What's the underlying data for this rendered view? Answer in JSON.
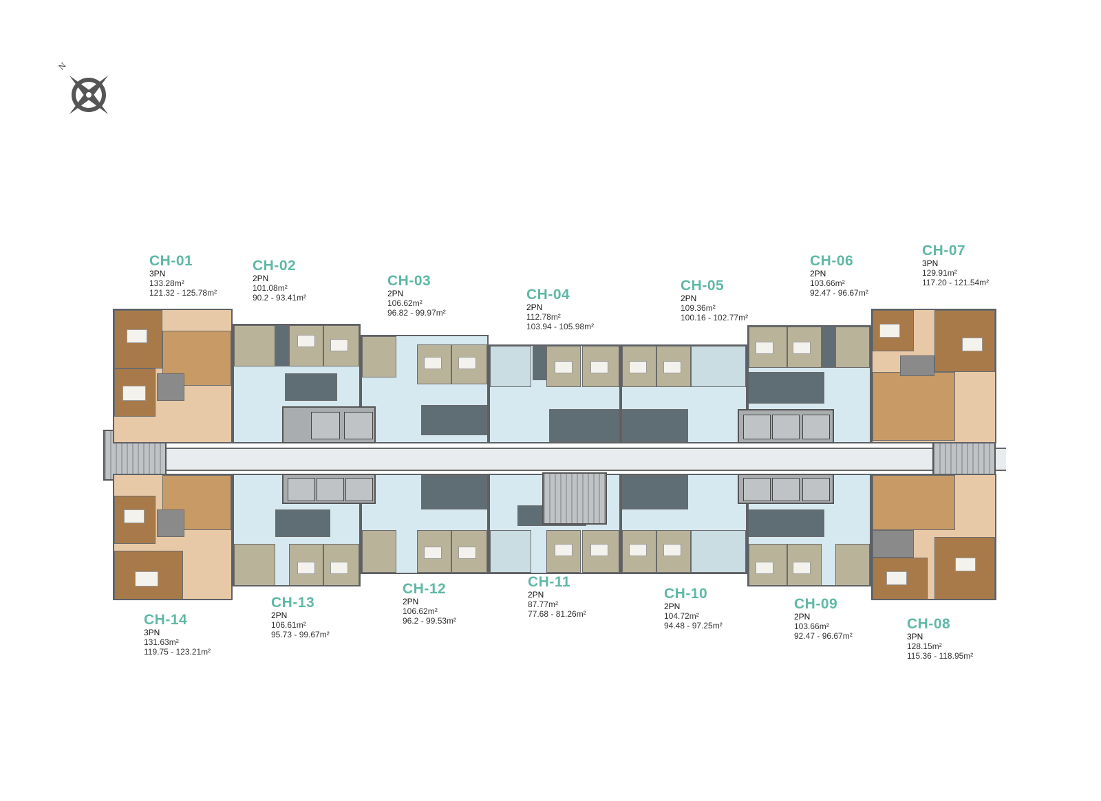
{
  "compass": {
    "north_label": "N"
  },
  "units": [
    {
      "code": "CH-01",
      "type": "3PN",
      "area": "133.28m²",
      "range": "121.32 - 125.78m²"
    },
    {
      "code": "CH-02",
      "type": "2PN",
      "area": "101.08m²",
      "range": "90.2 - 93.41m²"
    },
    {
      "code": "CH-03",
      "type": "2PN",
      "area": "106.62m²",
      "range": "96.82 - 99.97m²"
    },
    {
      "code": "CH-04",
      "type": "2PN",
      "area": "112.78m²",
      "range": "103.94 - 105.98m²"
    },
    {
      "code": "CH-05",
      "type": "2PN",
      "area": "109.36m²",
      "range": "100.16 - 102.77m²"
    },
    {
      "code": "CH-06",
      "type": "2PN",
      "area": "103.66m²",
      "range": "92.47 - 96.67m²"
    },
    {
      "code": "CH-07",
      "type": "3PN",
      "area": "129.91m²",
      "range": "117.20 - 121.54m²"
    },
    {
      "code": "CH-08",
      "type": "3PN",
      "area": "128.15m²",
      "range": "115.36 - 118.95m²"
    },
    {
      "code": "CH-09",
      "type": "2PN",
      "area": "103.66m²",
      "range": "92.47 - 96.67m²"
    },
    {
      "code": "CH-10",
      "type": "2PN",
      "area": "104.72m²",
      "range": "94.48 - 97.25m²"
    },
    {
      "code": "CH-11",
      "type": "2PN",
      "area": "87.77m²",
      "range": "77.68 - 81.26m²"
    },
    {
      "code": "CH-12",
      "type": "2PN",
      "area": "106.62m²",
      "range": "96.2 - 99.53m²"
    },
    {
      "code": "CH-13",
      "type": "2PN",
      "area": "106.61m²",
      "range": "95.73 - 99.67m²"
    },
    {
      "code": "CH-14",
      "type": "3PN",
      "area": "131.63m²",
      "range": "119.75 - 123.21m²"
    }
  ]
}
